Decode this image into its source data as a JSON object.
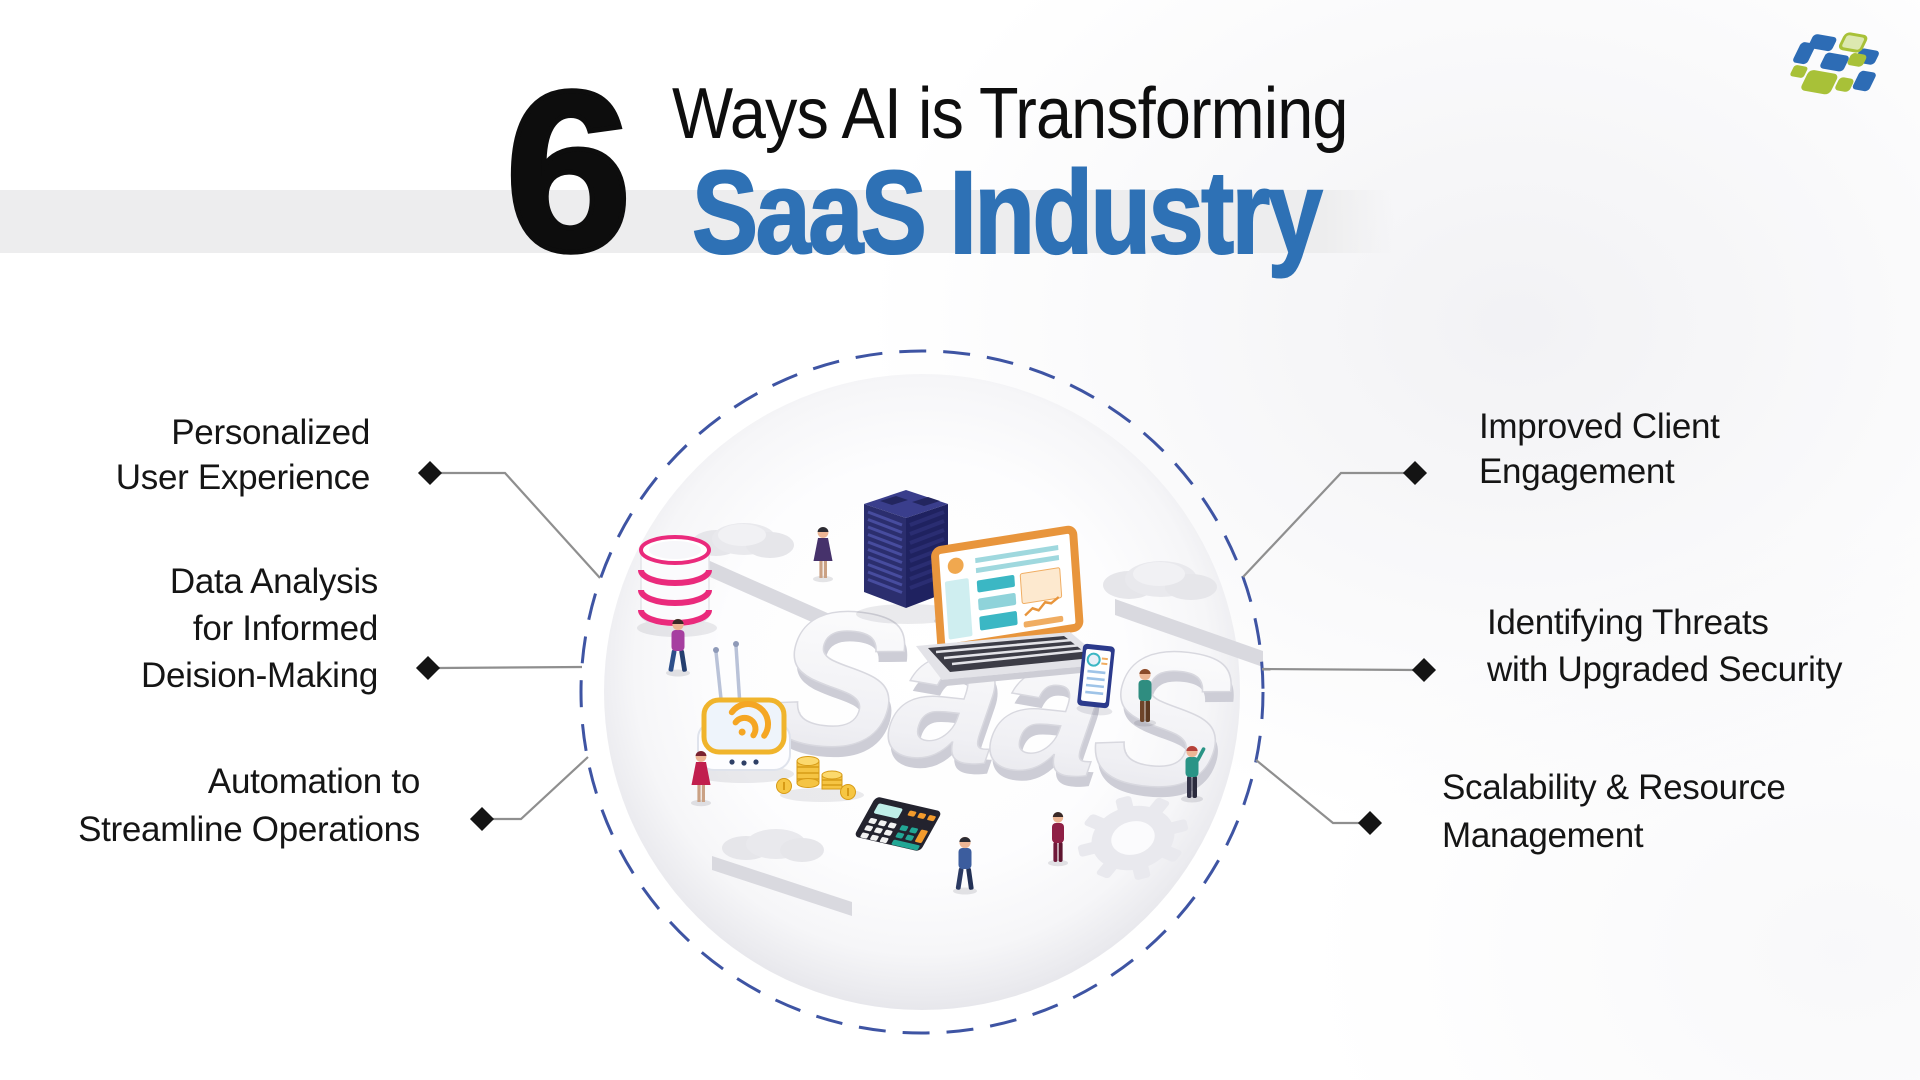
{
  "title": {
    "number": "6",
    "line1": "Ways AI is Transforming",
    "line2": "SaaS Industry"
  },
  "center_label": "SaaS",
  "labels": {
    "left": [
      {
        "lines": [
          "Personalized",
          "User Experience"
        ]
      },
      {
        "lines": [
          "Data Analysis",
          "for Informed",
          "Deision-Making"
        ]
      },
      {
        "lines": [
          "Automation to",
          "Streamline Operations"
        ]
      }
    ],
    "right": [
      {
        "lines": [
          "Improved Client",
          "Engagement"
        ]
      },
      {
        "lines": [
          "Identifying Threats",
          "with Upgraded Security"
        ]
      },
      {
        "lines": [
          "Scalability & Resource",
          "Management"
        ]
      }
    ]
  },
  "colors": {
    "accent_blue": "#2e71b5",
    "title_black": "#0d0d0d",
    "dashed_ring_blue": "#3e54a3",
    "band_gray": "#ededee",
    "connector_gray": "#8f8f8f",
    "diamond_black": "#141414",
    "logo_blue": "#2d6cb5",
    "logo_green": "#a8c138",
    "database_pink": "#ea2a7c",
    "server_navy": "#2b2e6e",
    "laptop_orange": "#e8953c",
    "coin_gold": "#f5c443"
  },
  "icons": {
    "logo": "company-logo-mark",
    "center": [
      "cloud-icon",
      "database-icon",
      "server-rack-icon",
      "laptop-icon",
      "router-icon",
      "document-icon",
      "coins-icon",
      "calculator-icon",
      "gear-icon",
      "person-figures"
    ]
  }
}
